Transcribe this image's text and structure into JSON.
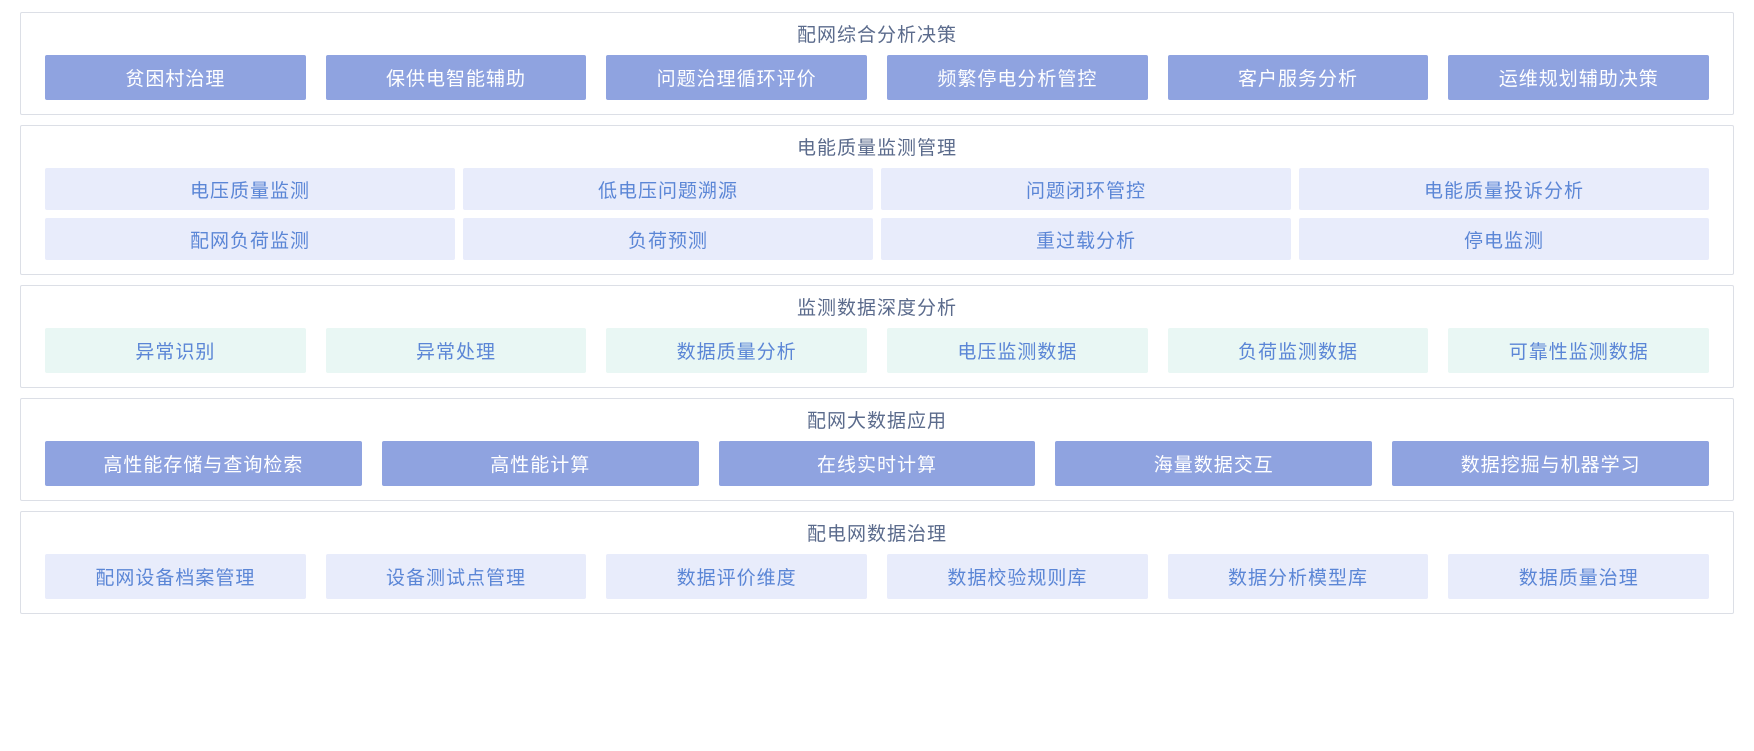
{
  "sections": [
    {
      "title": "配网综合分析决策",
      "style": "solid",
      "rows": [
        [
          "贫困村治理",
          "保供电智能辅助",
          "问题治理循环评价",
          "频繁停电分析管控",
          "客户服务分析",
          "运维规划辅助决策"
        ]
      ]
    },
    {
      "title": "电能质量监测管理",
      "style": "pale",
      "rows": [
        [
          "电压质量监测",
          "低电压问题溯源",
          "问题闭环管控",
          "电能质量投诉分析"
        ],
        [
          "配网负荷监测",
          "负荷预测",
          "重过载分析",
          "停电监测"
        ]
      ]
    },
    {
      "title": "监测数据深度分析",
      "style": "mint",
      "rows": [
        [
          "异常识别",
          "异常处理",
          "数据质量分析",
          "电压监测数据",
          "负荷监测数据",
          "可靠性监测数据"
        ]
      ]
    },
    {
      "title": "配网大数据应用",
      "style": "solid",
      "rows": [
        [
          "高性能存储与查询检索",
          "高性能计算",
          "在线实时计算",
          "海量数据交互",
          "数据挖掘与机器学习"
        ]
      ]
    },
    {
      "title": "配电网数据治理",
      "style": "pale",
      "rows": [
        [
          "配网设备档案管理",
          "设备测试点管理",
          "数据评价维度",
          "数据校验规则库",
          "数据分析模型库",
          "数据质量治理"
        ]
      ]
    }
  ],
  "colors": {
    "tile_solid_bg": "#8fa3e0",
    "tile_solid_text": "#ffffff",
    "tile_pale_bg": "#e8ecfb",
    "tile_pale_text": "#5b86d6",
    "tile_mint_bg": "#e9f7f4",
    "tile_mint_text": "#5b86d6",
    "panel_border": "#dcdfe6",
    "title_text": "#5b6b8c",
    "page_bg": "#ffffff"
  }
}
